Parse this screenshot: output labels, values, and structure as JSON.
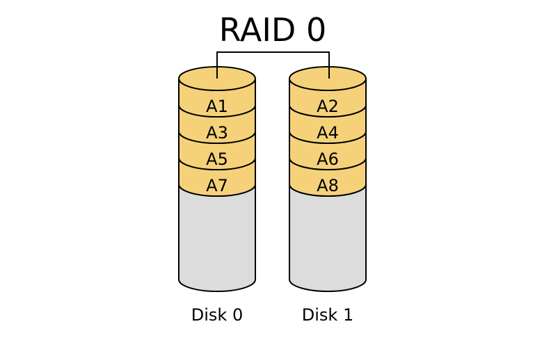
{
  "title": "RAID 0",
  "colors": {
    "block_fill": "#f5d27a",
    "empty_fill": "#dcdcdc",
    "stroke": "#000000",
    "background": "#ffffff"
  },
  "disks": [
    {
      "label": "Disk 0",
      "blocks": [
        "A1",
        "A3",
        "A5",
        "A7"
      ]
    },
    {
      "label": "Disk 1",
      "blocks": [
        "A2",
        "A4",
        "A6",
        "A8"
      ]
    }
  ]
}
